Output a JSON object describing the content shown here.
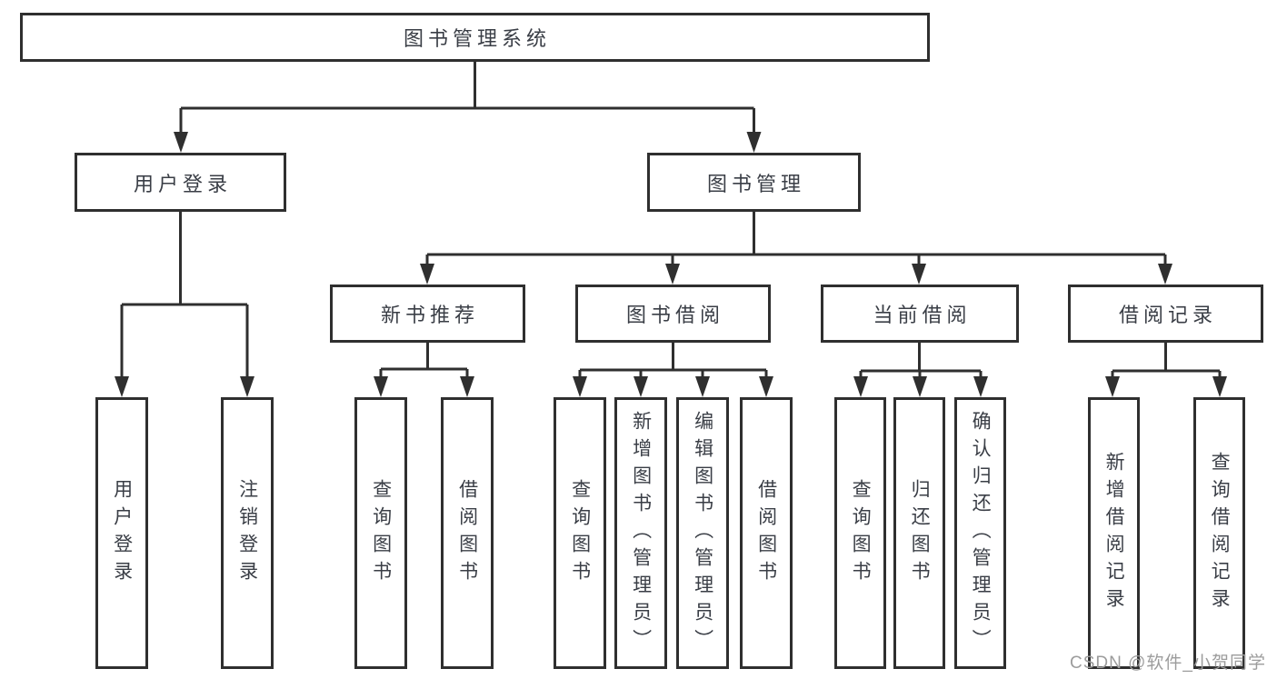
{
  "colors": {
    "line": "#2f2f2f",
    "text": "#3a3e46",
    "watermark": "#9c9c9c",
    "background": "#ffffff"
  },
  "watermark": {
    "text": "CSDN @软件_小贺同学"
  },
  "tree": {
    "root": "图书管理系统",
    "children": [
      {
        "label": "用户登录",
        "children": [
          {
            "label": "用户登录"
          },
          {
            "label": "注销登录"
          }
        ]
      },
      {
        "label": "图书管理",
        "children": [
          {
            "label": "新书推荐",
            "children": [
              {
                "label": "查询图书"
              },
              {
                "label": "借阅图书"
              }
            ]
          },
          {
            "label": "图书借阅",
            "children": [
              {
                "label": "查询图书"
              },
              {
                "label": "新增图书（管理员）"
              },
              {
                "label": "编辑图书（管理员）"
              },
              {
                "label": "借阅图书"
              }
            ]
          },
          {
            "label": "当前借阅",
            "children": [
              {
                "label": "查询图书"
              },
              {
                "label": "归还图书"
              },
              {
                "label": "确认归还（管理员）"
              }
            ]
          },
          {
            "label": "借阅记录",
            "children": [
              {
                "label": "新增借阅记录"
              },
              {
                "label": "查询借阅记录"
              }
            ]
          }
        ]
      }
    ]
  }
}
